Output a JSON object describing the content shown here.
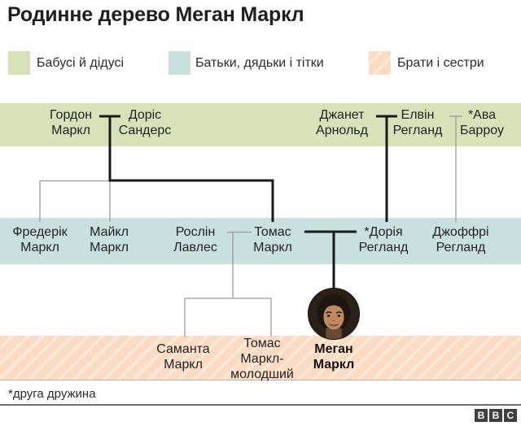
{
  "title": "Родинне дерево Меган Маркл",
  "legend": {
    "items": [
      {
        "label": "Бабусі й дідусі",
        "color": "#d8e2b8",
        "style": "solid"
      },
      {
        "label": "Батьки, дядьки і тітки",
        "color": "#c9e1de",
        "style": "solid"
      },
      {
        "label": "Брати і сестри",
        "color": "#fbdcc2",
        "stripe_color": "#fdeadb",
        "style": "hatched"
      }
    ]
  },
  "tree": {
    "grandparents": [
      {
        "name": "Гордон\nМаркл"
      },
      {
        "name": "Доріс\nСандерс"
      },
      {
        "name": "Джанет\nАрнольд"
      },
      {
        "name": "Елвін\nРегланд"
      },
      {
        "name": "*Ава\nБарроу"
      }
    ],
    "parents": [
      {
        "name": "Фредерік\nМаркл"
      },
      {
        "name": "Майкл\nМаркл"
      },
      {
        "name": "Рослін\nЛавлес"
      },
      {
        "name": "Томас\nМаркл"
      },
      {
        "name": "*Дорія\nРегланд"
      },
      {
        "name": "Джоффрі\nРегланд"
      }
    ],
    "siblings": [
      {
        "name": "Саманта\nМаркл"
      },
      {
        "name": "Томас\nМаркл-\nмолодший"
      },
      {
        "name": "Меган\nМаркл",
        "highlight": true
      }
    ],
    "line_colors": {
      "direct_line": "#1a1a1a",
      "other_line": "#9a9a9a"
    }
  },
  "footnote": "*друга дружина",
  "logo": {
    "letters": [
      "B",
      "B",
      "C"
    ]
  }
}
